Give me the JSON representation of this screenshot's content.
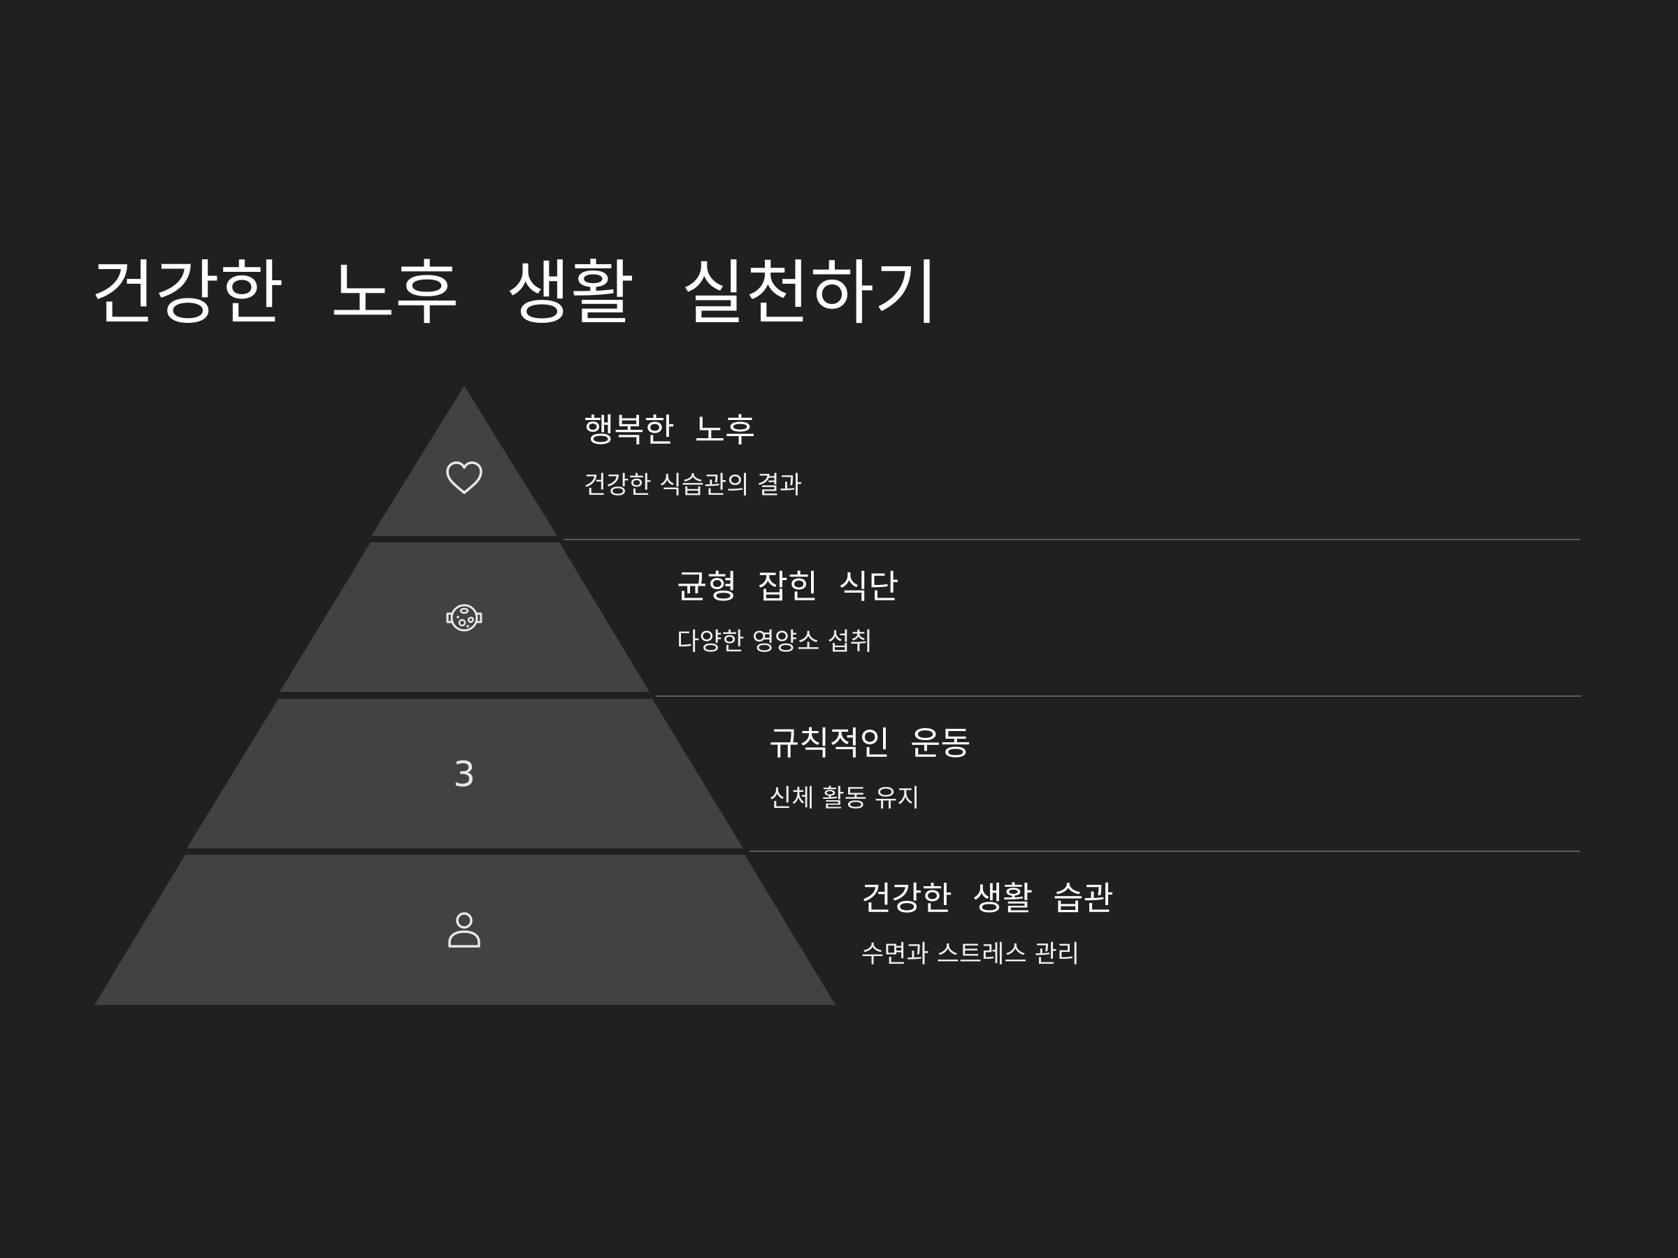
{
  "title": "건강한 노후 생활 실천하기",
  "colors": {
    "background": "#202020",
    "tier_fill": "#424242",
    "divider": "#5c5c5c",
    "text": "#ffffff"
  },
  "tiers": [
    {
      "level": 1,
      "icon": "heart-icon",
      "title": "행복한 노후",
      "desc": "건강한 식습관의 결과"
    },
    {
      "level": 2,
      "icon": "nutrition-bowl-icon",
      "title": "균형 잡힌 식단",
      "desc": "다양한 영양소 섭취"
    },
    {
      "level": 3,
      "marker": "3",
      "title": "규칙적인 운동",
      "desc": "신체 활동 유지"
    },
    {
      "level": 4,
      "icon": "person-icon",
      "title": "건강한 생활 습관",
      "desc": "수면과 스트레스 관리"
    }
  ]
}
